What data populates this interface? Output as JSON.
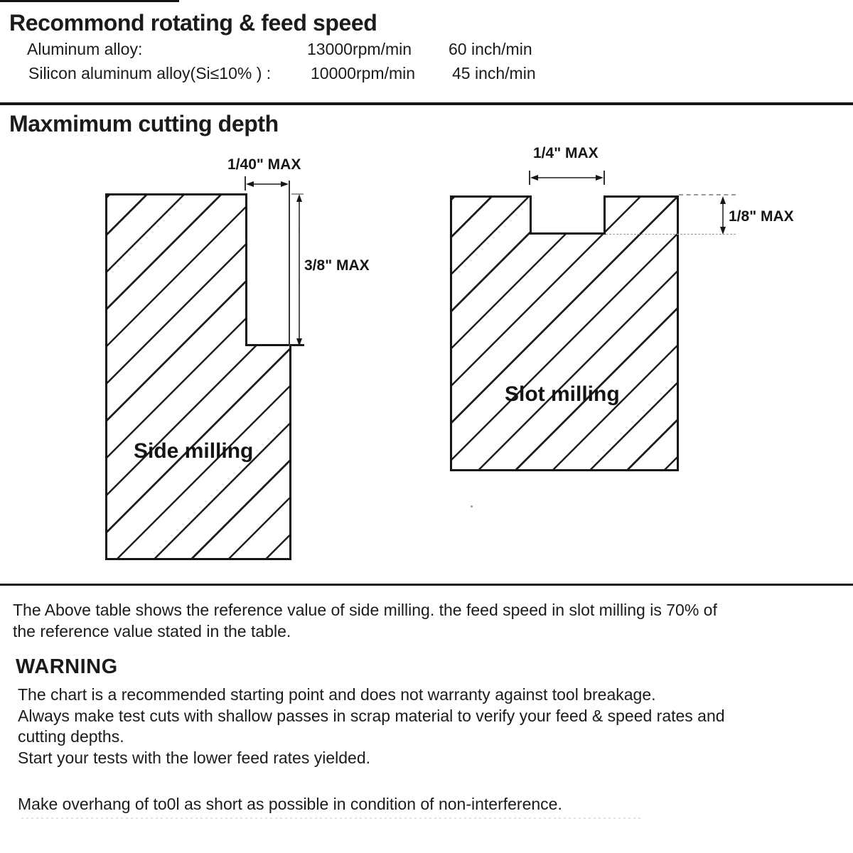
{
  "ink_color": "#1b1b1b",
  "speed": {
    "title": "Recommond rotating & feed speed",
    "rows": [
      {
        "label": "Aluminum alloy:",
        "rpm": "13000rpm/min",
        "feed": "60 inch/min"
      },
      {
        "label": "Silicon aluminum alloy(Si≤10% ) :",
        "rpm": "10000rpm/min",
        "feed": "45 inch/min"
      }
    ]
  },
  "depth": {
    "title": "Maxmimum cutting depth",
    "side": {
      "name": "Side milling",
      "width_max": "1/40\" MAX",
      "depth_max": "3/8\" MAX"
    },
    "slot": {
      "name": "Slot milling",
      "width_max": "1/4\" MAX",
      "depth_max": "1/8\" MAX"
    }
  },
  "note": {
    "line1": "The Above table shows the reference value of side milling. the feed speed in slot milling is 70% of",
    "line2": "the reference value stated in the table."
  },
  "warning": {
    "title": "WARNING",
    "lines": [
      "The chart is a recommended starting point and does not warranty against tool breakage.",
      "Always make test cuts with shallow passes in scrap material to verify your feed & speed rates and",
      "cutting depths.",
      "Start your tests with the lower feed rates yielded."
    ],
    "footer": "Make overhang of to0l as short as possible in condition of non-interference."
  }
}
